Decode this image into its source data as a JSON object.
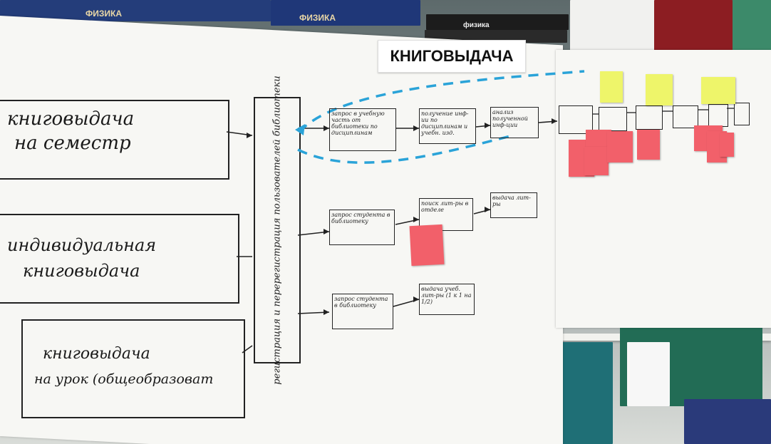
{
  "title_card": "КНИГОВЫДАЧА",
  "book_covers": {
    "left": "ФИЗИКА",
    "right": "физика"
  },
  "main_boxes": {
    "semester": [
      "книговыдача",
      "на семестр"
    ],
    "individual": [
      "индивидуальная",
      "книговыдача"
    ],
    "lesson": [
      "книговыдача",
      "на урок (общеобразоват"
    ]
  },
  "vertical_box": "регистрация и перерегистрация пользователей библиотеки",
  "row1_steps": [
    "запрос в учебную часть от библиотеки по дисциплинам",
    "получение инф-ии по дисциплинам и учебн. изд.",
    "анализ полученной инф-ции"
  ],
  "row2_steps": [
    "запрос студента в библиотеку",
    "поиск лит-ры в отделе",
    "выдача лит-ры"
  ],
  "row3_steps": [
    "запрос студента в библиотеку",
    "выдача учеб. лит-ры (1 к 1 на 1/2)"
  ],
  "colors": {
    "sticky_pink": "#f2606a",
    "sticky_yellow": "#eef56a",
    "arrow_blue": "#2aa3d8"
  }
}
